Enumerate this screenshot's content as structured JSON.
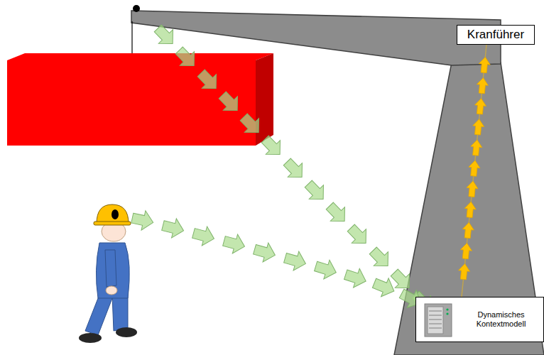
{
  "diagram": {
    "nodes": [
      {
        "text": [
          "Kranführer"
        ]
      },
      {
        "text": [
          "Dynamisches Kontextmodell"
        ]
      }
    ],
    "edges": [
      {
        "from": 1,
        "to": 0,
        "arrow": "to"
      }
    ]
  }
}
